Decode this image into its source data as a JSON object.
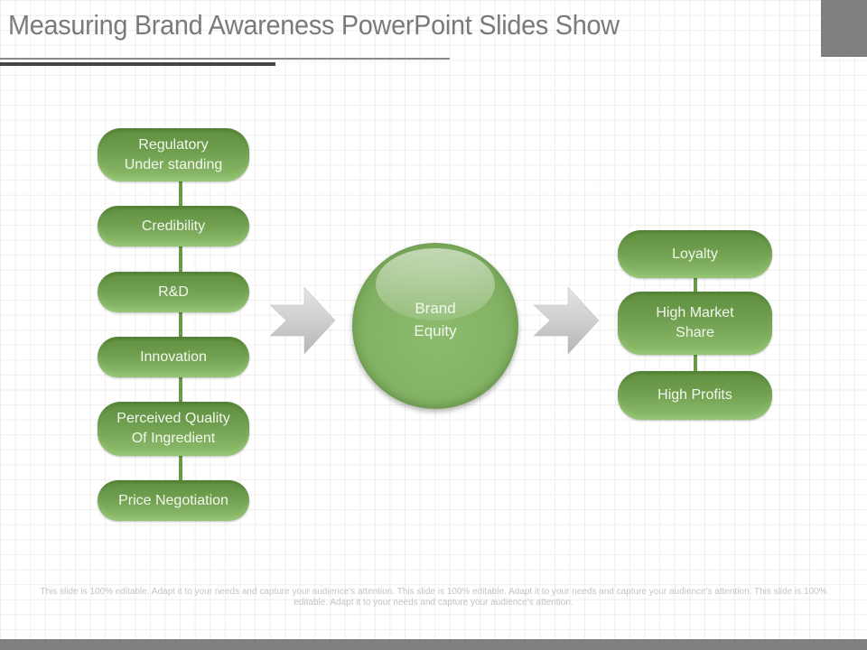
{
  "title": "Measuring Brand Awareness PowerPoint Slides Show",
  "left_column": {
    "items": [
      {
        "label": "Regulatory\nUnder  standing"
      },
      {
        "label": "Credibility"
      },
      {
        "label": "R&D"
      },
      {
        "label": "Innovation"
      },
      {
        "label": "Perceived Quality\nOf Ingredient"
      },
      {
        "label": "Price Negotiation"
      }
    ]
  },
  "center": {
    "label": "Brand\nEquity"
  },
  "right_column": {
    "items": [
      {
        "label": "Loyalty"
      },
      {
        "label": "High Market\nShare"
      },
      {
        "label": "High Profits"
      }
    ]
  },
  "arrows": [
    {
      "icon": "chevron-arrow-right-icon"
    },
    {
      "icon": "chevron-arrow-right-icon"
    }
  ],
  "footnote": "This slide is 100% editable. Adapt it to your needs and capture your audience's attention. This slide is 100% editable. Adapt it to your needs and capture your audience's attention. This slide is 100% editable. Adapt it to your needs and capture your audience's attention.",
  "colors": {
    "pill_green": "#6f9f4f",
    "connector_green": "#6a9a48",
    "title_gray": "#7a7a7a",
    "bar_gray": "#808080"
  }
}
